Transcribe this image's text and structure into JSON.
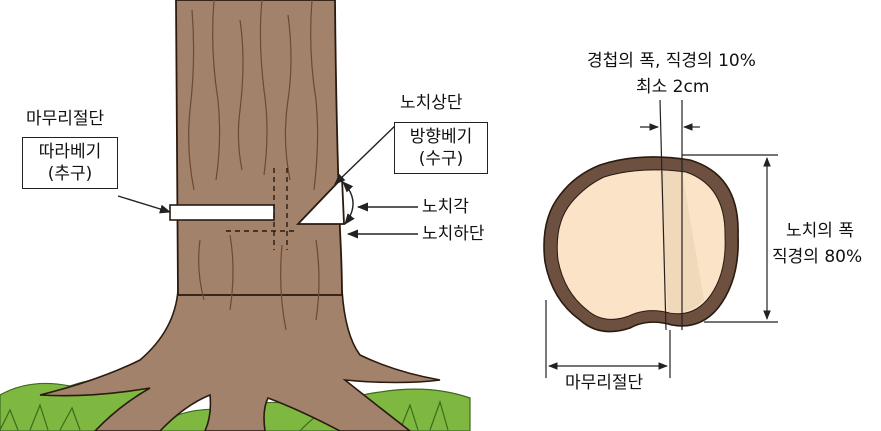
{
  "tree": {
    "finish_cut": "마무리절단",
    "back_cut_box": {
      "line1": "따라베기",
      "line2": "(추구)"
    },
    "notch_top_cut": "노치상단",
    "direction_cut_box": {
      "line1": "방향베기",
      "line2": "(수구)"
    },
    "notch_angle": "노치각",
    "notch_bottom_cut": "노치하단"
  },
  "stump": {
    "hinge_width": "경첩의 폭, 직경의 10%",
    "hinge_min": "최소 2cm",
    "notch_width": "노치의 폭",
    "notch_width_pct": "직경의 80%",
    "finish_cut": "마무리절단"
  },
  "colors": {
    "bark": "#a2826a",
    "bark_dark": "#7a5a44",
    "grass": "#7fb840",
    "wood": "#fbe3c7",
    "stump_ring": "#6e5040",
    "hinge_fill": "#e7cfb0",
    "line": "#222222"
  }
}
